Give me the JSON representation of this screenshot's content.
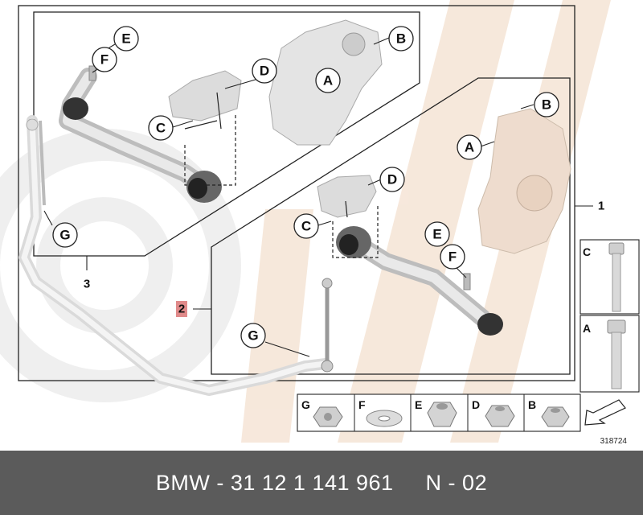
{
  "callouts": {
    "upper_group": [
      "E",
      "F",
      "D",
      "B",
      "A",
      "C",
      "G"
    ],
    "lower_group": [
      "D",
      "B",
      "A",
      "C",
      "E",
      "F",
      "G"
    ],
    "hardware_right": [
      "C",
      "A"
    ]
  },
  "item_numbers": {
    "one": "1",
    "two": "2",
    "three": "3"
  },
  "hardware_strip": {
    "labels": [
      "G",
      "F",
      "E",
      "D",
      "B"
    ]
  },
  "reference_number": "318724",
  "footer": {
    "part_text": "BMW - 31 12 1 141 961     N - 02"
  },
  "colors": {
    "footer_bg": "#5b5b5b",
    "highlight": "#e08a8a",
    "watermark": "#f4e2d2"
  }
}
